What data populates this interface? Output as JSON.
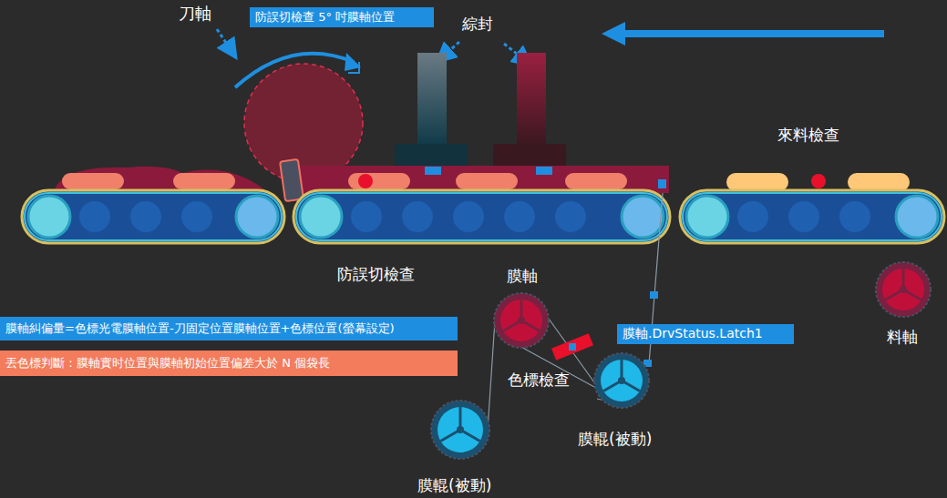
{
  "diagram": {
    "nodes": [
      {
        "text": [
          "防誤切檢查 5° 吋膜軸位置"
        ]
      },
      {
        "text": [
          "膜軸糾偏量=色標光電膜軸位置-刀固定位置膜軸位置+色標位置(螢幕設定)"
        ]
      },
      {
        "text": [
          "丟色標判斷：膜軸實时位置與膜軸初始位置偏差大於 N 個袋長"
        ]
      },
      {
        "text": [
          "膜軸.DrvStatus.Latch1"
        ]
      }
    ],
    "labels": [
      "刀軸",
      "綜封",
      "來料檢查",
      "防誤切檢查",
      "膜軸",
      "色標檢查",
      "膜輥(被動)",
      "膜輥(被動)",
      "料軸"
    ]
  }
}
